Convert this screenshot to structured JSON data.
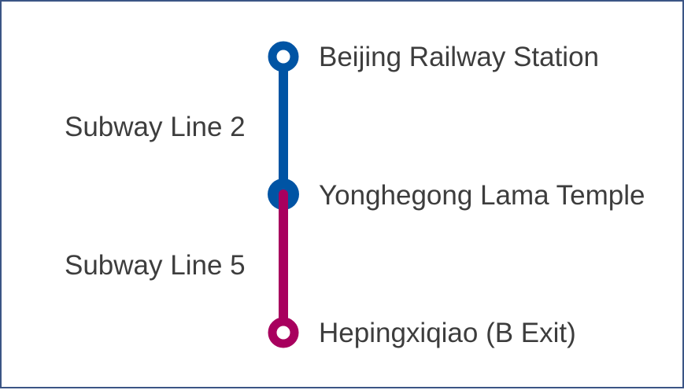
{
  "stations": [
    {
      "name": "Beijing Railway Station",
      "style": "terminal",
      "color": "#0054a4"
    },
    {
      "name": "Yonghegong Lama Temple",
      "style": "transfer",
      "color": "#0054a4"
    },
    {
      "name": "Hepingxiqiao (B Exit)",
      "style": "terminal",
      "color": "#a8005e"
    }
  ],
  "segments": [
    {
      "label": "Subway Line 2",
      "color": "#0054a4"
    },
    {
      "label": "Subway Line 5",
      "color": "#a8005e"
    }
  ],
  "colors": {
    "border": "#3b5585",
    "text": "#3d3d3d",
    "line2": "#0054a4",
    "line5": "#a8005e"
  }
}
